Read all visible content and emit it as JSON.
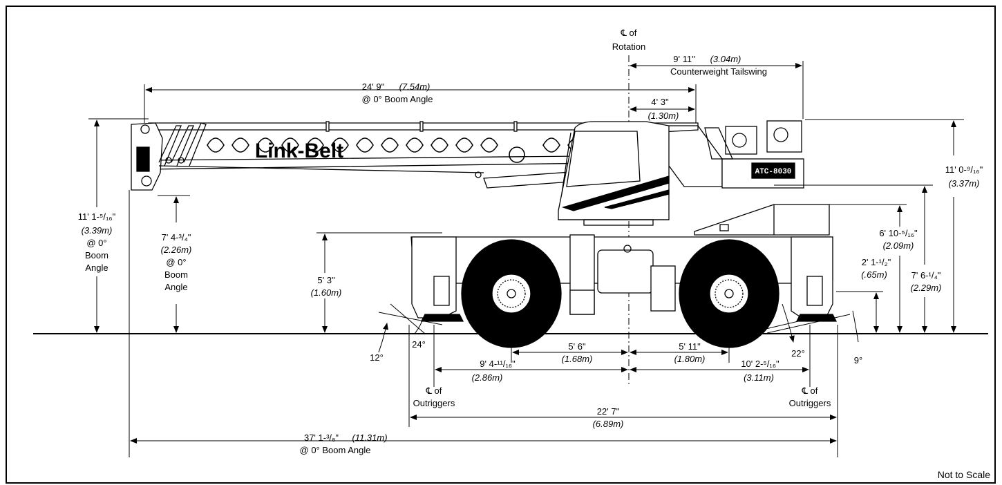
{
  "brand": {
    "boom_logo": "Link-Belt",
    "model_plate": "ATC-8030"
  },
  "note": "Not to Scale",
  "centerline_rotation": {
    "line1": "℄ of",
    "line2": "Rotation"
  },
  "outriggers_left": {
    "line1": "℄ of",
    "line2": "Outriggers"
  },
  "outriggers_right": {
    "line1": "℄ of",
    "line2": "Outriggers"
  },
  "dims": {
    "tailswing": {
      "imp": "9' 11\"",
      "met": "(3.04m)",
      "label": "Counterweight Tailswing"
    },
    "boom_length": {
      "imp": "24' 9\"",
      "met": "(7.54m)",
      "label": "@ 0° Boom Angle"
    },
    "pivot_offset": {
      "imp": "4' 3\"",
      "met": "(1.30m)"
    },
    "overall_height": {
      "imp": "11' 1-⁵/₁₆\"",
      "met": "(3.39m)",
      "l3": "@ 0°",
      "l4": "Boom",
      "l5": "Angle"
    },
    "boom_bottom": {
      "imp": "7' 4-³/₄\"",
      "met": "(2.26m)",
      "l3": "@ 0°",
      "l4": "Boom",
      "l5": "Angle"
    },
    "deck_height": {
      "imp": "5' 3\"",
      "met": "(1.60m)"
    },
    "cab_height_right": {
      "imp": "11' 0-⁹/₁₆\"",
      "met": "(3.37m)"
    },
    "cw_bottom": {
      "imp": "6' 10-⁵/₁₆\"",
      "met": "(2.09m)"
    },
    "ground_clear": {
      "imp": "2' 1-¹/₂\"",
      "met": "(.65m)"
    },
    "carrier_top": {
      "imp": "7' 6-¹/₄\"",
      "met": "(2.29m)"
    },
    "front_wheel": {
      "imp": "5' 6\"",
      "met": "(1.68m)"
    },
    "rear_wheel": {
      "imp": "5' 11\"",
      "met": "(1.80m)"
    },
    "front_outrigger": {
      "imp": "9' 4-¹¹/₁₆\"",
      "met": "(2.86m)"
    },
    "rear_outrigger": {
      "imp": "10' 2-⁵/₁₆\"",
      "met": "(3.11m)"
    },
    "outrigger_span": {
      "imp": "22' 7\"",
      "met": "(6.89m)"
    },
    "overall_length": {
      "imp": "37' 1-³/₈\"",
      "met": "(11.31m)",
      "label": "@ 0° Boom Angle"
    }
  },
  "angles": {
    "a12": "12°",
    "a24": "24°",
    "a22": "22°",
    "a9": "9°"
  }
}
